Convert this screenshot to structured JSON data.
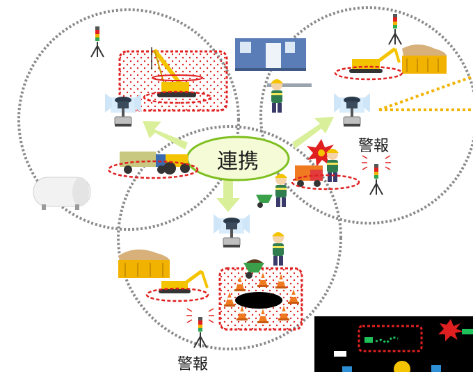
{
  "center": {
    "label": "連携"
  },
  "alarms": [
    {
      "label": "警報"
    },
    {
      "label": "警報"
    }
  ],
  "colors": {
    "zone_outline": "#e02020",
    "zone_fill_dot": "#e02020",
    "circle_stroke": "#8a8a8a",
    "arrow": "#d9ef9a",
    "center_fill": "#f4fbd6",
    "center_stroke": "#7fbf1f",
    "link_line": "#f0b400",
    "helmet": "#f5c400"
  },
  "icons": [
    "signal-tower-icon",
    "crane-icon",
    "building-icon",
    "excavator-icon",
    "dump-truck-icon",
    "loader-icon",
    "tank-icon",
    "worker-icon",
    "wheelbarrow-icon",
    "traffic-cone-icon",
    "sensor-camera-icon",
    "alert-burst-icon"
  ]
}
